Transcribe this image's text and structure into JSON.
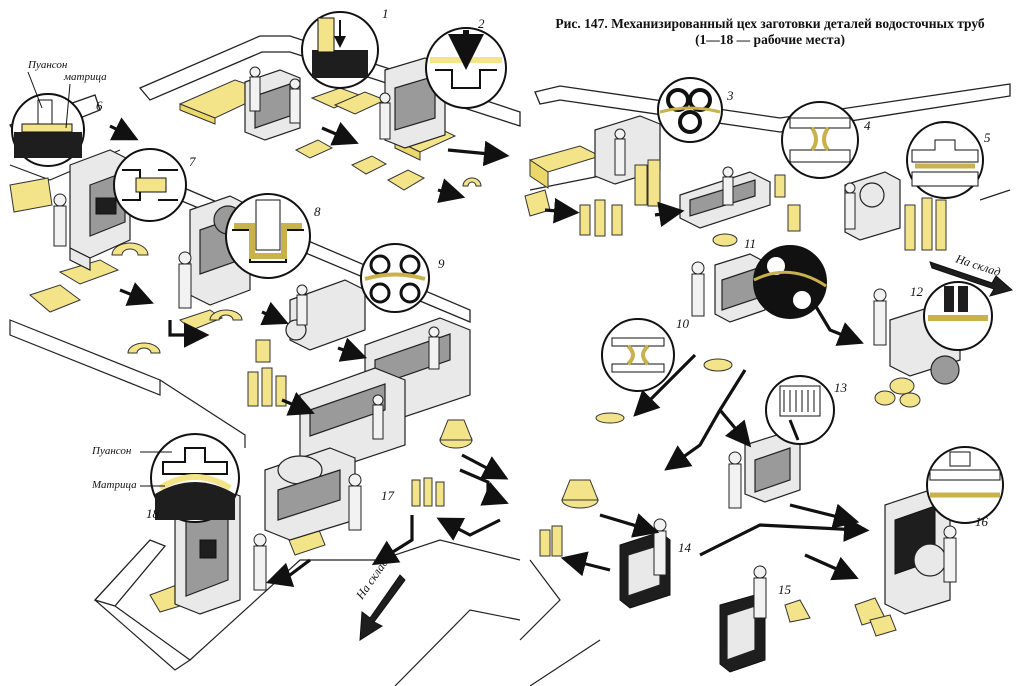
{
  "caption": {
    "line1": "Рис. 147. Механизированный цех заготовки деталей водосточных труб",
    "line2": "(1—18 — рабочие места)"
  },
  "workplaces": [
    "1",
    "2",
    "3",
    "4",
    "5",
    "6",
    "7",
    "8",
    "9",
    "10",
    "11",
    "12",
    "13",
    "14",
    "15",
    "16",
    "17",
    "18"
  ],
  "callouts": {
    "punch_top": "Пуансон",
    "die_top": "матрица",
    "punch_bottom": "Пуансон",
    "die_bottom": "Матрица"
  },
  "exits": {
    "to_warehouse_right": "На склад",
    "to_warehouse_bottom": "На склад"
  },
  "colors": {
    "sheet_metal": "#f3e48a",
    "machine": "#e9e9e9",
    "outline": "#222222"
  }
}
